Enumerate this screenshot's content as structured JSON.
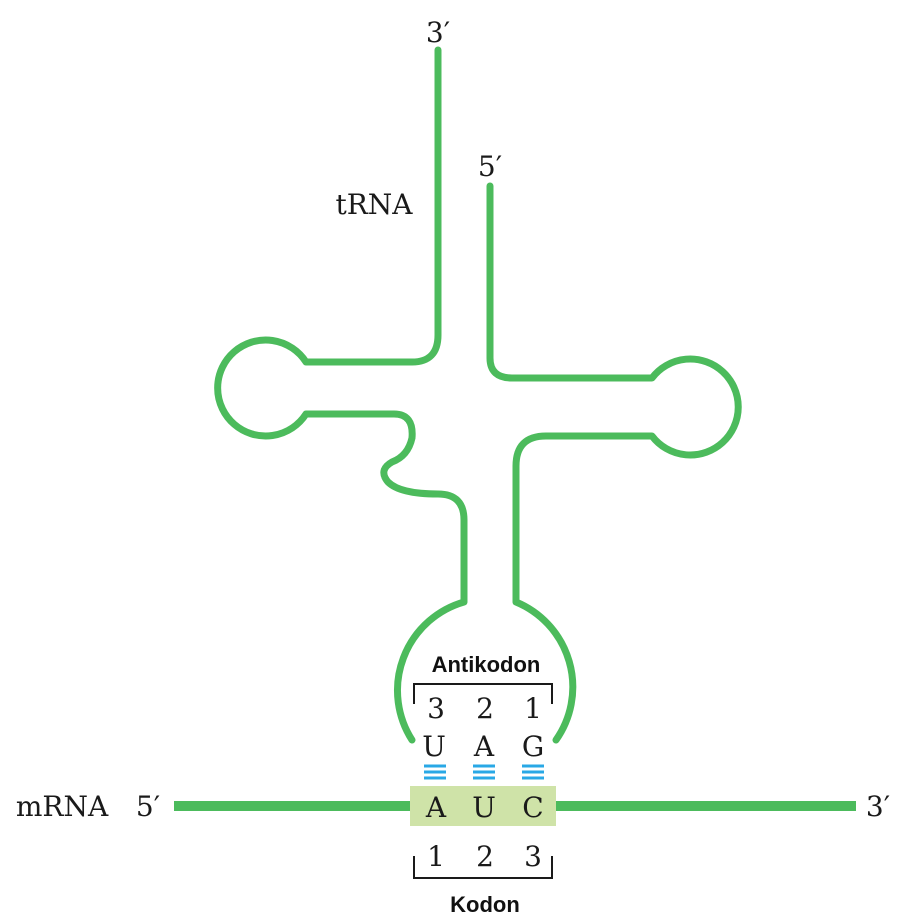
{
  "trna": {
    "label": "tRNA",
    "end3": "3′",
    "end5": "5′"
  },
  "anticodon": {
    "title": "Antikodon",
    "numbers": [
      "3",
      "2",
      "1"
    ],
    "bases": [
      "U",
      "A",
      "G"
    ]
  },
  "mrna": {
    "label": "mRNA",
    "end5": "5′",
    "end3": "3′"
  },
  "codon": {
    "title": "Kodon",
    "bases": [
      "A",
      "U",
      "C"
    ],
    "numbers": [
      "1",
      "2",
      "3"
    ]
  },
  "colors": {
    "strand": "#4cbb5c",
    "codon_highlight": "#cfe3a8",
    "pairing": "#29a8e6",
    "text": "#1a1a1a"
  }
}
